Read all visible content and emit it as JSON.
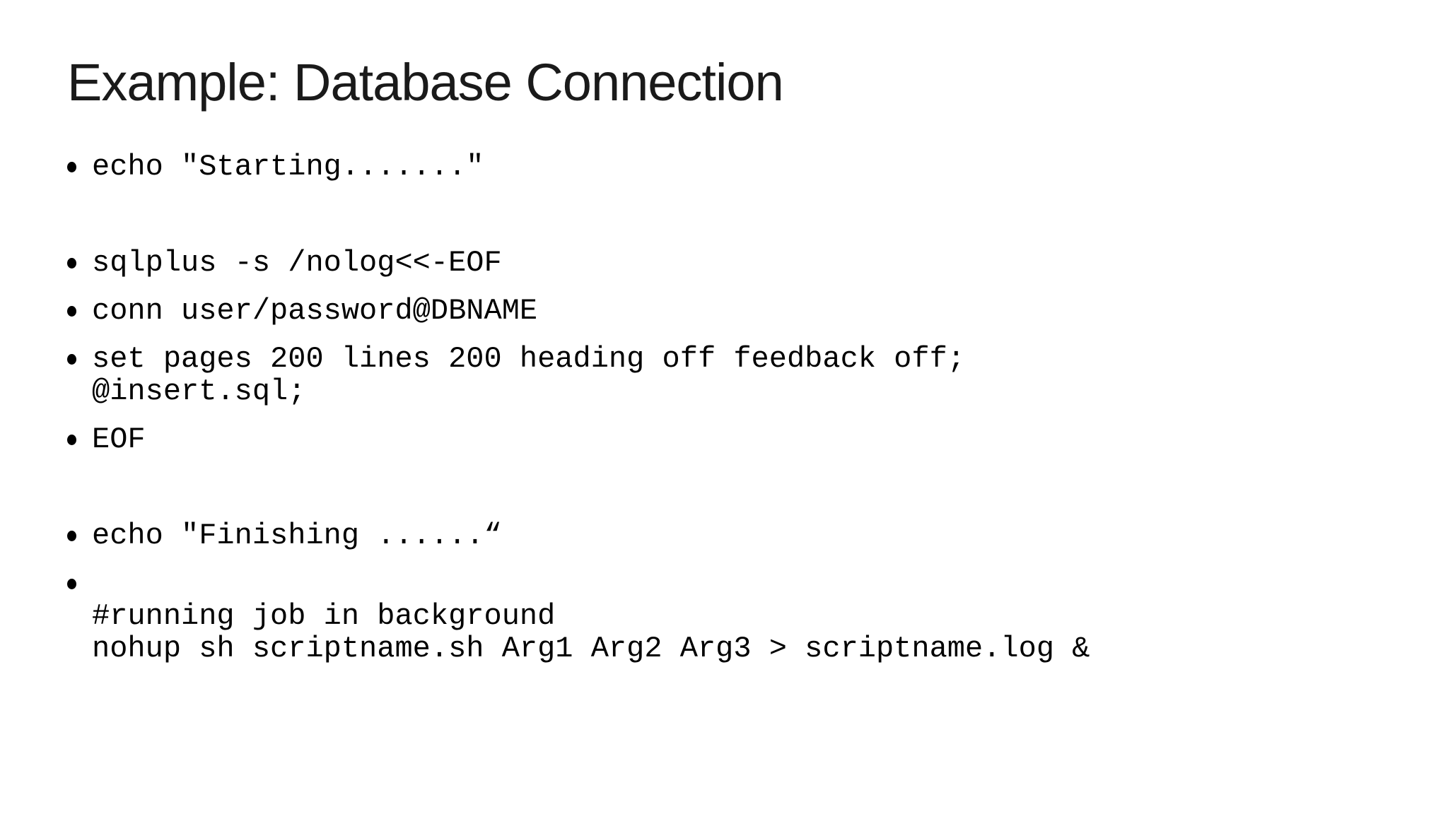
{
  "slide": {
    "title": "Example: Database Connection",
    "colors": {
      "background": "#ffffff",
      "title_text": "#1a1a1a",
      "body_text": "#000000"
    },
    "bullets": [
      {
        "type": "bullet",
        "text": "echo \"Starting.......\""
      },
      {
        "type": "blank",
        "text": ""
      },
      {
        "type": "bullet",
        "text": "sqlplus -s /nolog<<-EOF"
      },
      {
        "type": "bullet",
        "text": "conn user/password@DBNAME"
      },
      {
        "type": "bullet",
        "text": "set pages 200 lines 200 heading off feedback off;\n@insert.sql;"
      },
      {
        "type": "bullet",
        "text": "EOF"
      },
      {
        "type": "blank",
        "text": ""
      },
      {
        "type": "bullet",
        "text": "echo \"Finishing ......“"
      },
      {
        "type": "bullet",
        "text": "\n#running job in background\nnohup sh scriptname.sh Arg1 Arg2 Arg3 > scriptname.log &"
      }
    ]
  }
}
